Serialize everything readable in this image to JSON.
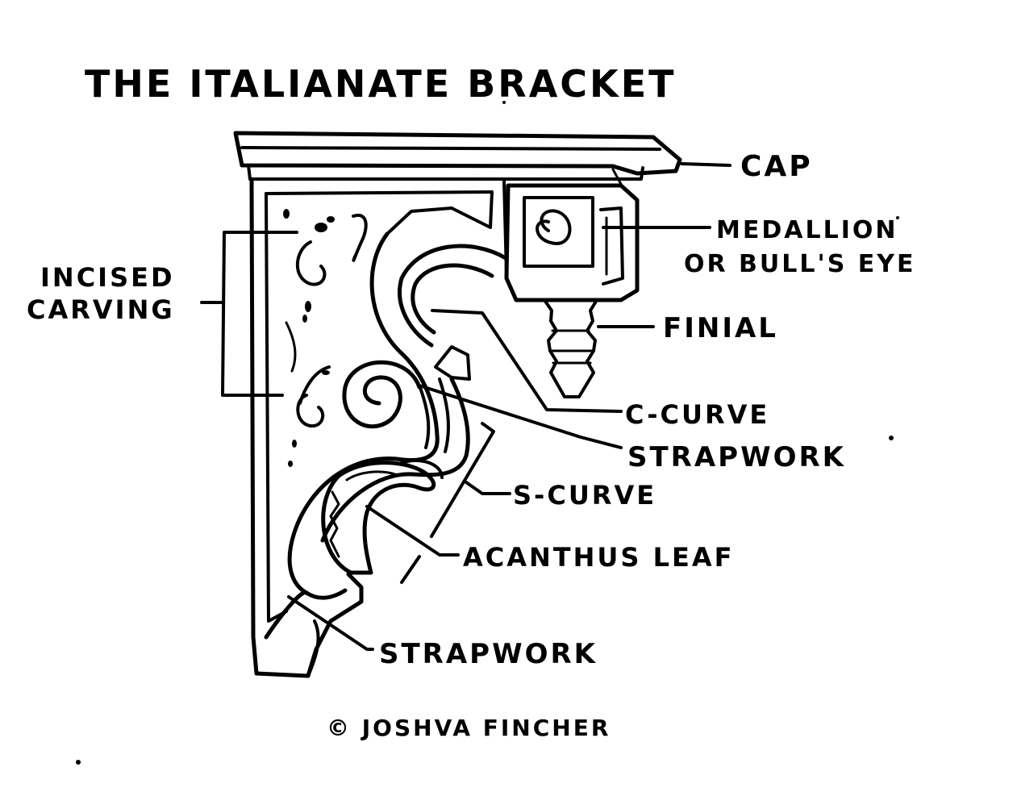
{
  "title": "THE ITALIANATE BRACKET",
  "labels": {
    "cap": "CAP",
    "medallion_line1": "MEDALLION",
    "medallion_line2": "OR BULL'S EYE",
    "finial": "FINIAL",
    "c_curve": "C-CURVE",
    "strapwork_upper": "STRAPWORK",
    "s_curve": "S-CURVE",
    "acanthus_leaf": "ACANTHUS LEAF",
    "strapwork_lower": "STRAPWORK",
    "incised_line1": "INCISED",
    "incised_line2": "CARVING"
  },
  "credit": "© JOSHVA FINCHER",
  "colors": {
    "ink": "#000000",
    "paper": "#ffffff"
  }
}
